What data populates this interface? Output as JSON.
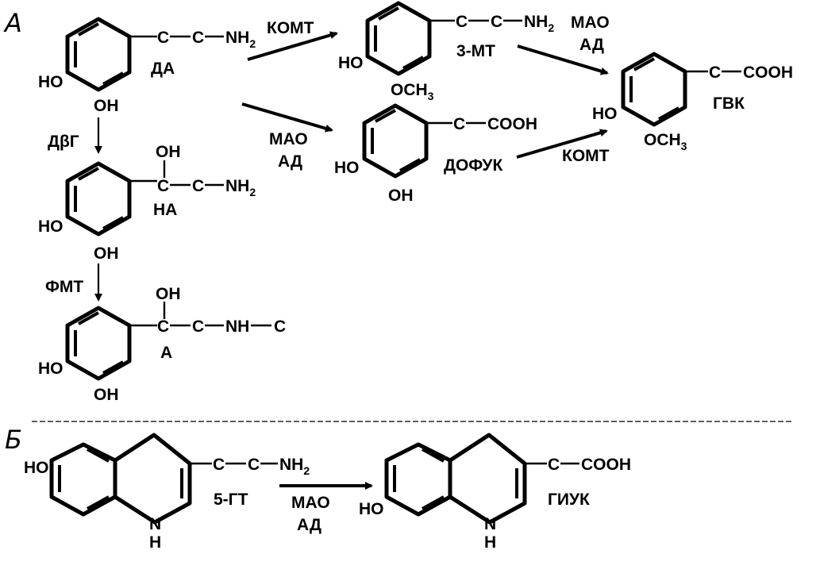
{
  "sections": {
    "a": "А",
    "b": "Б"
  },
  "atoms": {
    "c": "C",
    "nh": "NH",
    "sub2": "2",
    "cooh": "COOH",
    "ho": "HO",
    "oh": "OH",
    "och": "OCH",
    "sub3": "3",
    "n": "N",
    "h": "H"
  },
  "compounds": {
    "da": "ДА",
    "mt3": "3-МТ",
    "na": "НА",
    "a": "А",
    "dofuk": "ДОФУК",
    "gvk": "ГВК",
    "ht5": "5-ГТ",
    "giuk": "ГИУК"
  },
  "enzymes": {
    "komt": "КОМТ",
    "mao": "МАО",
    "ad": "АД",
    "dbg": "ДβГ",
    "fmt": "ФМТ"
  },
  "colors": {
    "ink": "#000000",
    "background": "#ffffff"
  }
}
